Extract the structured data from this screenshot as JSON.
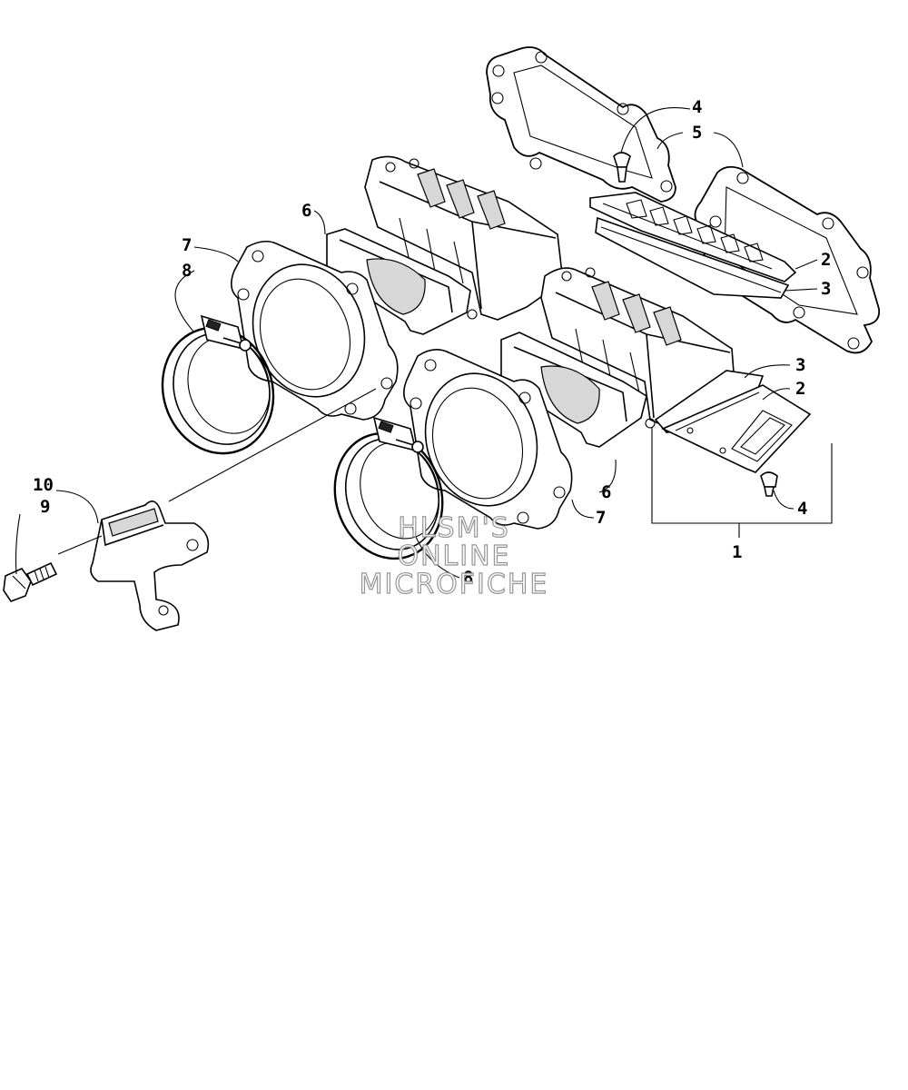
{
  "callouts": {
    "c1": "1",
    "c2a": "2",
    "c2b": "2",
    "c3a": "3",
    "c3b": "3",
    "c4a": "4",
    "c4b": "4",
    "c5": "5",
    "c6a": "6",
    "c6b": "6",
    "c7a": "7",
    "c7b": "7",
    "c8a": "8",
    "c8b": "8",
    "c9": "9",
    "c10": "10"
  },
  "watermark": {
    "line1": "HLSM'S",
    "line2": "ONLINE",
    "line3": "MICROFICHE"
  }
}
